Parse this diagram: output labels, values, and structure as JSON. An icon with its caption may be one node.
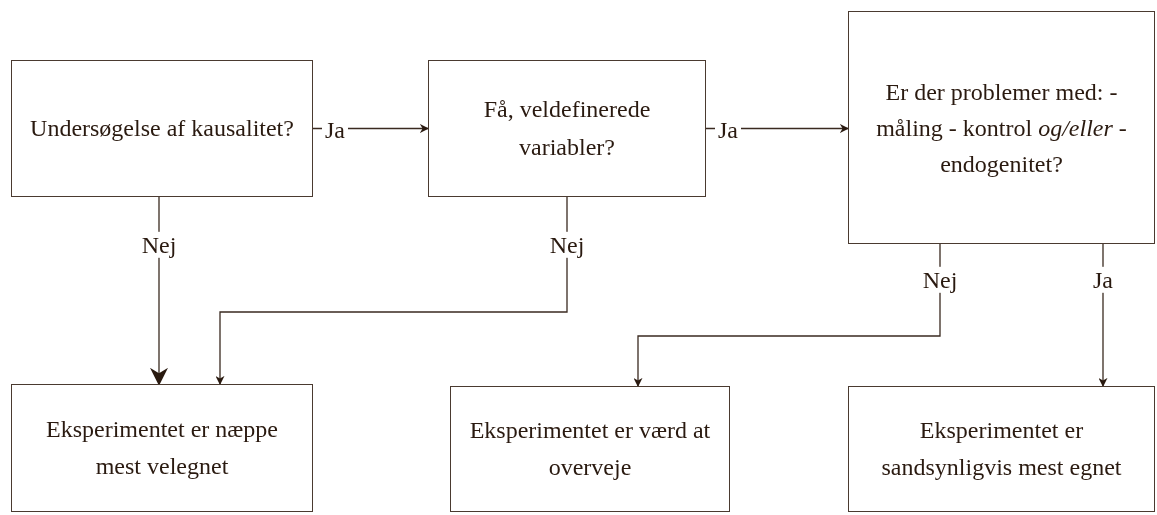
{
  "diagram": {
    "nodes": [
      {
        "text": [
          "Undersøgelse af kausalitet?"
        ]
      },
      {
        "text": [
          "Få, veldefinerede variabler?"
        ]
      },
      {
        "text": [
          "Er der problemer med: - måling - kontrol *og/eller* - endogenitet?"
        ]
      },
      {
        "text": [
          "Eksperimentet er næppe mest velegnet"
        ]
      },
      {
        "text": [
          "Eksperimentet er værd at overveje"
        ]
      },
      {
        "text": [
          "Eksperimentet er sandsynligvis mest egnet"
        ]
      }
    ],
    "edges": [
      {
        "from": 0,
        "to": 1,
        "arrow": "to",
        "label": "Ja"
      },
      {
        "from": 1,
        "to": 2,
        "arrow": "to",
        "label": "Ja"
      },
      {
        "from": 0,
        "to": 3,
        "arrow": "to",
        "label": "Nej"
      },
      {
        "from": 1,
        "to": 3,
        "arrow": "to",
        "label": "Nej"
      },
      {
        "from": 2,
        "to": 4,
        "arrow": "to",
        "label": "Nej"
      },
      {
        "from": 2,
        "to": 5,
        "arrow": "to",
        "label": "Ja"
      }
    ]
  }
}
